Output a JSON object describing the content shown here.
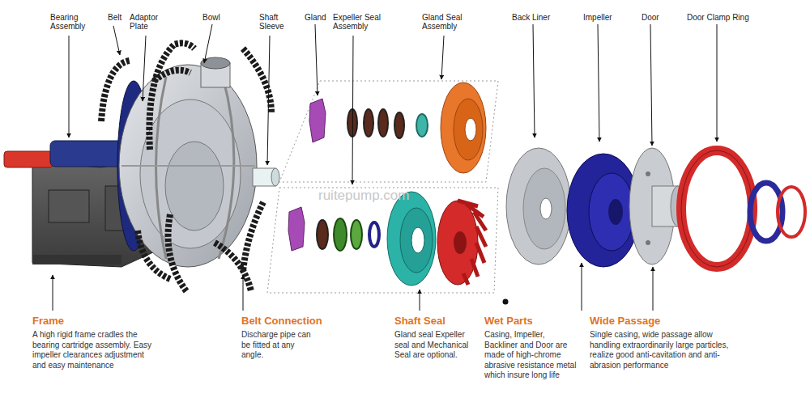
{
  "diagram": {
    "labels": [
      "Bearing Assembly",
      "Belt",
      "Adaptor Plate",
      "Bowl",
      "Shaft Sleeve",
      "Gland",
      "Expeller Seal Assembly",
      "Gland Seal Assembly",
      "Back Liner",
      "Impeller",
      "Door",
      "Door Clamp Ring",
      "Frame",
      "A high rigid frame cradles the bearing cartridge assembly. Easy impeller clearances adjustment and easy maintenance",
      "Belt Connection",
      "Discharge pipe can be fitted at any angle.",
      "Shaft Seal",
      "Gland seal Expeller seal and Mechanical Seal are optional.",
      "Wet Parts",
      "Casing, Impeller, Backliner and Door are made of high-chrome abrasive resistance metal which insure long life",
      "Wide Passage",
      "Single casing, wide passage allow handling extraordinarily large particles, realize good anti-cavitation and anti-abrasion performance",
      "ruitepump.com"
    ]
  }
}
